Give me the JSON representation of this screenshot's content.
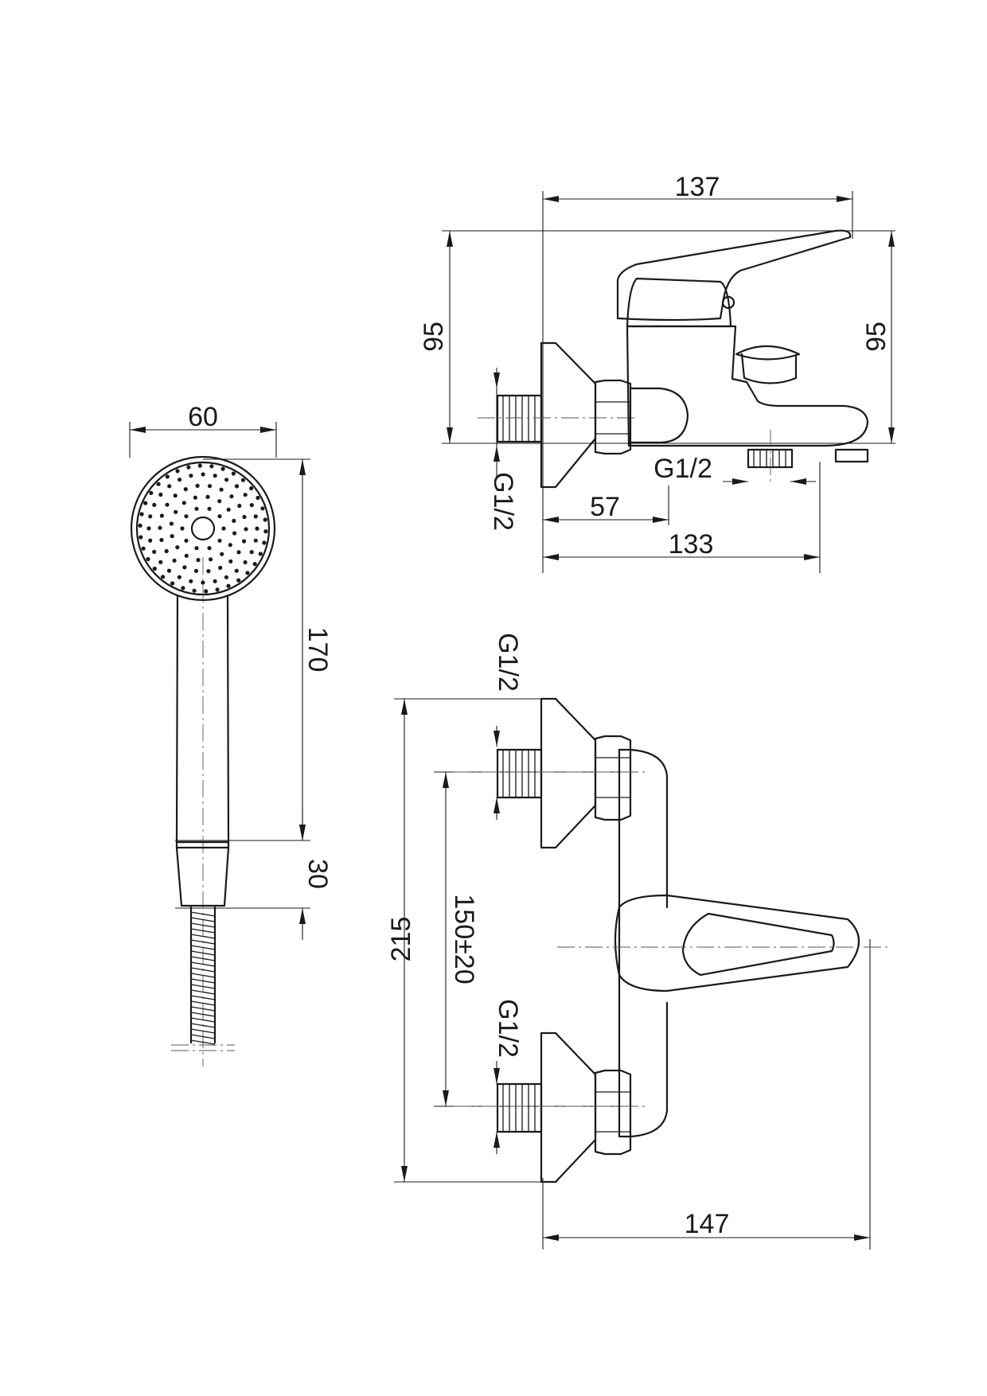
{
  "dims": {
    "side_width_top": "137",
    "side_height_left": "95",
    "side_height_right": "95",
    "side_inlet_thread": "G1/2",
    "side_outlet_thread": "G1/2",
    "side_57": "57",
    "side_133": "133",
    "head_width": "60",
    "handset_length": "170",
    "handset_grip": "30",
    "front_thread_top": "G1/2",
    "front_thread_bottom": "G1/2",
    "front_centers": "150±20",
    "front_height": "215",
    "front_width": "147"
  },
  "colors": {
    "line": "#1a1a1a",
    "background": "#ffffff"
  }
}
